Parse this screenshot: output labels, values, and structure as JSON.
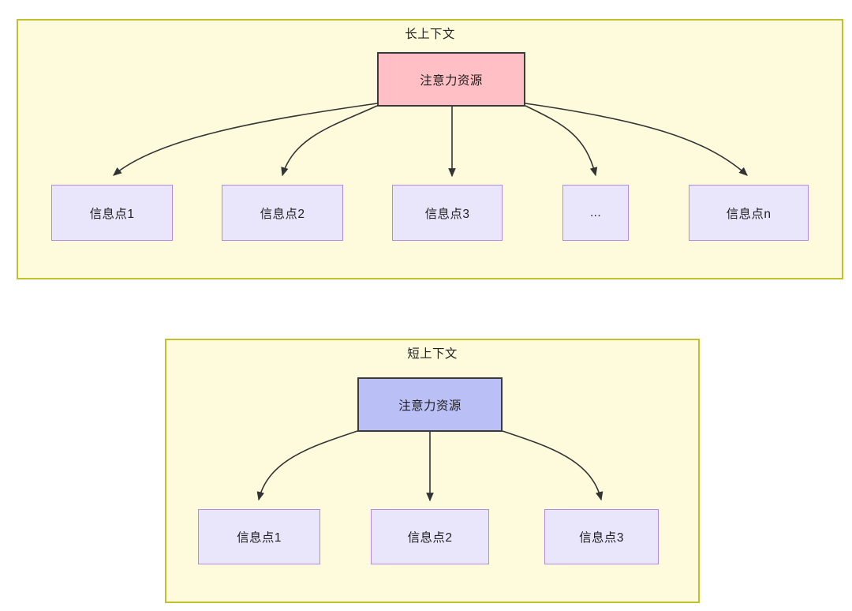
{
  "diagrams": [
    {
      "id": "long-context",
      "title": "长上下文",
      "root": {
        "label": "注意力资源",
        "fill": "#FFBFC4",
        "stroke": "#3b3b3b"
      },
      "leaves": [
        {
          "label": "信息点1"
        },
        {
          "label": "信息点2"
        },
        {
          "label": "信息点3"
        },
        {
          "label": "..."
        },
        {
          "label": "信息点n"
        }
      ]
    },
    {
      "id": "short-context",
      "title": "短上下文",
      "root": {
        "label": "注意力资源",
        "fill": "#BABFF6",
        "stroke": "#3b3b3b"
      },
      "leaves": [
        {
          "label": "信息点1"
        },
        {
          "label": "信息点2"
        },
        {
          "label": "信息点3"
        }
      ]
    }
  ],
  "colors": {
    "group_fill": "#FDFBDC",
    "group_stroke": "#C1C12F",
    "leaf_fill": "#E9E6FC",
    "leaf_stroke": "#B48BE0",
    "edge_stroke": "#333333",
    "text": "#1f1f1f",
    "page_background": "#ffffff"
  }
}
